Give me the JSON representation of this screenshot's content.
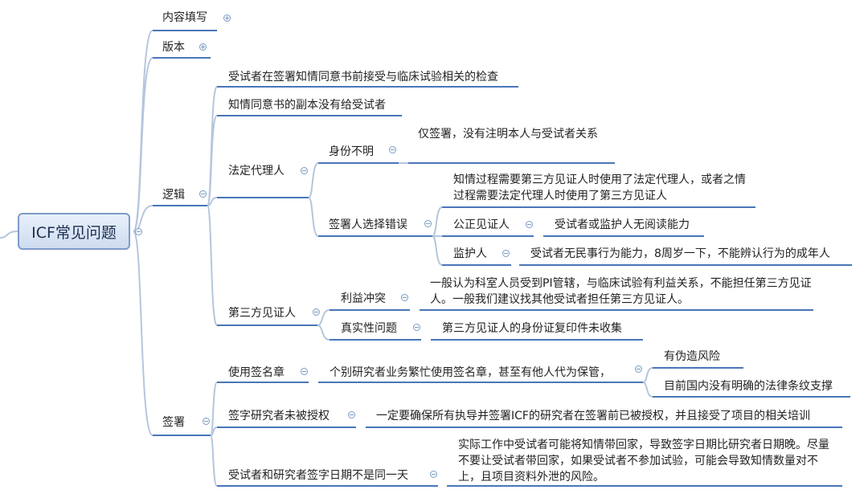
{
  "root": "ICF常见问题",
  "branches": {
    "content_fill": "内容填写",
    "version": "版本",
    "logic": "逻辑",
    "signing": "签署"
  },
  "logic": {
    "item1": "受试者在签署知情同意书前接受与临床试验相关的检查",
    "item2": "知情同意书的副本没有给受试者",
    "legal_rep": {
      "label": "法定代理人",
      "identity_unclear": "身份不明",
      "identity_detail": "仅签署，没有注明本人与受试者关系",
      "wrong_signer": "签署人选择错误",
      "wrong_signer_detail": "知情过程需要第三方见证人时使用了法定代理人，或者之情过程需要法定代理人时使用了第三方见证人",
      "impartial_witness": "公正见证人",
      "impartial_witness_detail": "受试者或监护人无阅读能力",
      "guardian": "监护人",
      "guardian_detail": "受试者无民事行为能力，8周岁一下，不能辨认行为的成年人"
    },
    "third_party": {
      "label": "第三方见证人",
      "conflict": "利益冲突",
      "conflict_detail": "一般认为科室人员受到PI管辖，与临床试验有利益关系，不能担任第三方见证人。一般我们建议找其他受试者担任第三方见证人。",
      "authenticity": "真实性问题",
      "authenticity_detail": "第三方见证人的身份证复印件未收集"
    }
  },
  "signing": {
    "seal": {
      "label": "使用签名章",
      "detail": "个别研究者业务繁忙使用签名章，甚至有他人代为保管，",
      "risk1": "有伪造风险",
      "risk2": "目前国内没有明确的法律条纹支撑"
    },
    "unauthorized": {
      "label": "签字研究者未被授权",
      "detail": "一定要确保所有执导并签署ICF的研究者在签署前已被授权，并且接受了项目的相关培训"
    },
    "date_mismatch": {
      "label": "受试者和研究者签字日期不是同一天",
      "detail": "实际工作中受试者可能将知情带回家，导致签字日期比研究者日期晚。尽量不要让受试者带回家，如果受试者不参加试验，可能会导致知情数量对不上，且项目资料外泄的风险。"
    }
  },
  "colors": {
    "line": "#4a76b8",
    "connector": "#b5c6dc"
  }
}
